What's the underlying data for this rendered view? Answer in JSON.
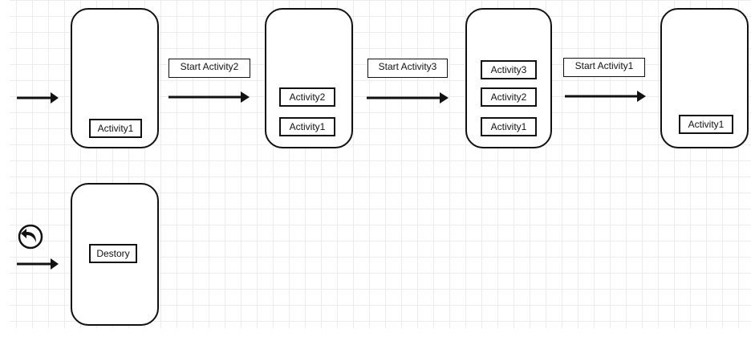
{
  "row1": {
    "state1": {
      "stack": [
        "Activity1"
      ]
    },
    "transition1": {
      "label": "Start Activity2"
    },
    "state2": {
      "stack": [
        "Activity2",
        "Activity1"
      ]
    },
    "transition2": {
      "label": "Start Activity3"
    },
    "state3": {
      "stack": [
        "Activity3",
        "Activity2",
        "Activity1"
      ]
    },
    "transition3": {
      "label": "Start Activity1"
    },
    "state4": {
      "stack": [
        "Activity1"
      ]
    }
  },
  "row2": {
    "back_icon": "back-arrow-icon",
    "state1": {
      "stack": [
        "Destory"
      ]
    }
  },
  "colors": {
    "stroke": "#111111",
    "grid": "#ececec",
    "background": "#ffffff"
  }
}
